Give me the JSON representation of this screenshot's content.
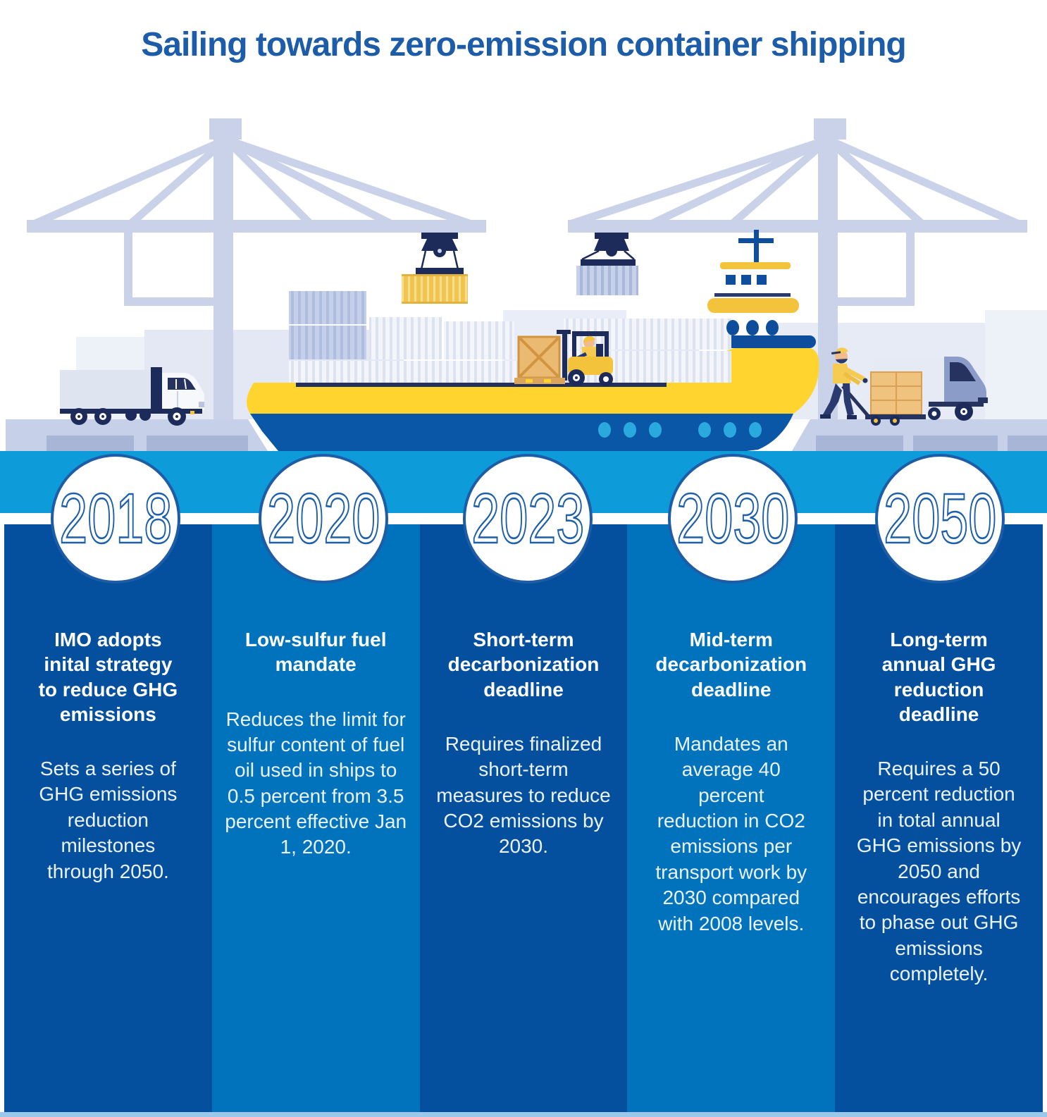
{
  "title": "Sailing towards zero-emission container shipping",
  "timeline": {
    "milestones": [
      {
        "year": "2018",
        "heading": "IMO adopts inital strategy to reduce GHG emissions",
        "body": "Sets a series of GHG emissions reduction milestones through 2050."
      },
      {
        "year": "2020",
        "heading": "Low-sulfur fuel mandate",
        "body": "Reduces the limit for sulfur content of fuel oil used in ships to 0.5 percent from 3.5 percent effective Jan 1, 2020."
      },
      {
        "year": "2023",
        "heading": "Short-term decarbonization deadline",
        "body": "Requires finalized short-term measures to reduce CO2 emissions by 2030."
      },
      {
        "year": "2030",
        "heading": "Mid-term decarbonization deadline",
        "body": "Mandates an average 40 percent reduction in CO2 emissions per transport work by 2030 compared with 2008 levels."
      },
      {
        "year": "2050",
        "heading": "Long-term annual GHG reduction deadline",
        "body": "Requires a 50 percent reduction in total annual GHG emissions by 2050 and encourages efforts to phase out GHG emissions completely."
      }
    ]
  },
  "colors": {
    "title_blue": "#1D5CA8",
    "year_blue": "#1D5FA9",
    "column_dark": "#05509E",
    "column_light": "#0173BC",
    "water_cyan": "#0D9BDA",
    "bottom_strip": "#9AC8EA",
    "ship_yellow": "#FFD42E",
    "navy": "#1D2B5B",
    "hull_blue": "#0B57A7",
    "crane_gray": "#C9D2E9",
    "porthole_cyan": "#2AA9DF"
  },
  "illustration": {
    "description": "Container port scene: two gantry cranes loading a yellow cargo ship with containers, box trucks on docks, forklift with crate on deck, dock worker with hand truck",
    "components": [
      "gantry-crane-left",
      "gantry-crane-right",
      "hanging-container-yellow",
      "hanging-container-gray",
      "cargo-ship",
      "ship-bridge",
      "deck-containers",
      "forklift",
      "box-truck-left",
      "delivery-truck-right",
      "dock-worker",
      "hand-truck",
      "dock-left",
      "dock-right",
      "warehouses"
    ]
  }
}
